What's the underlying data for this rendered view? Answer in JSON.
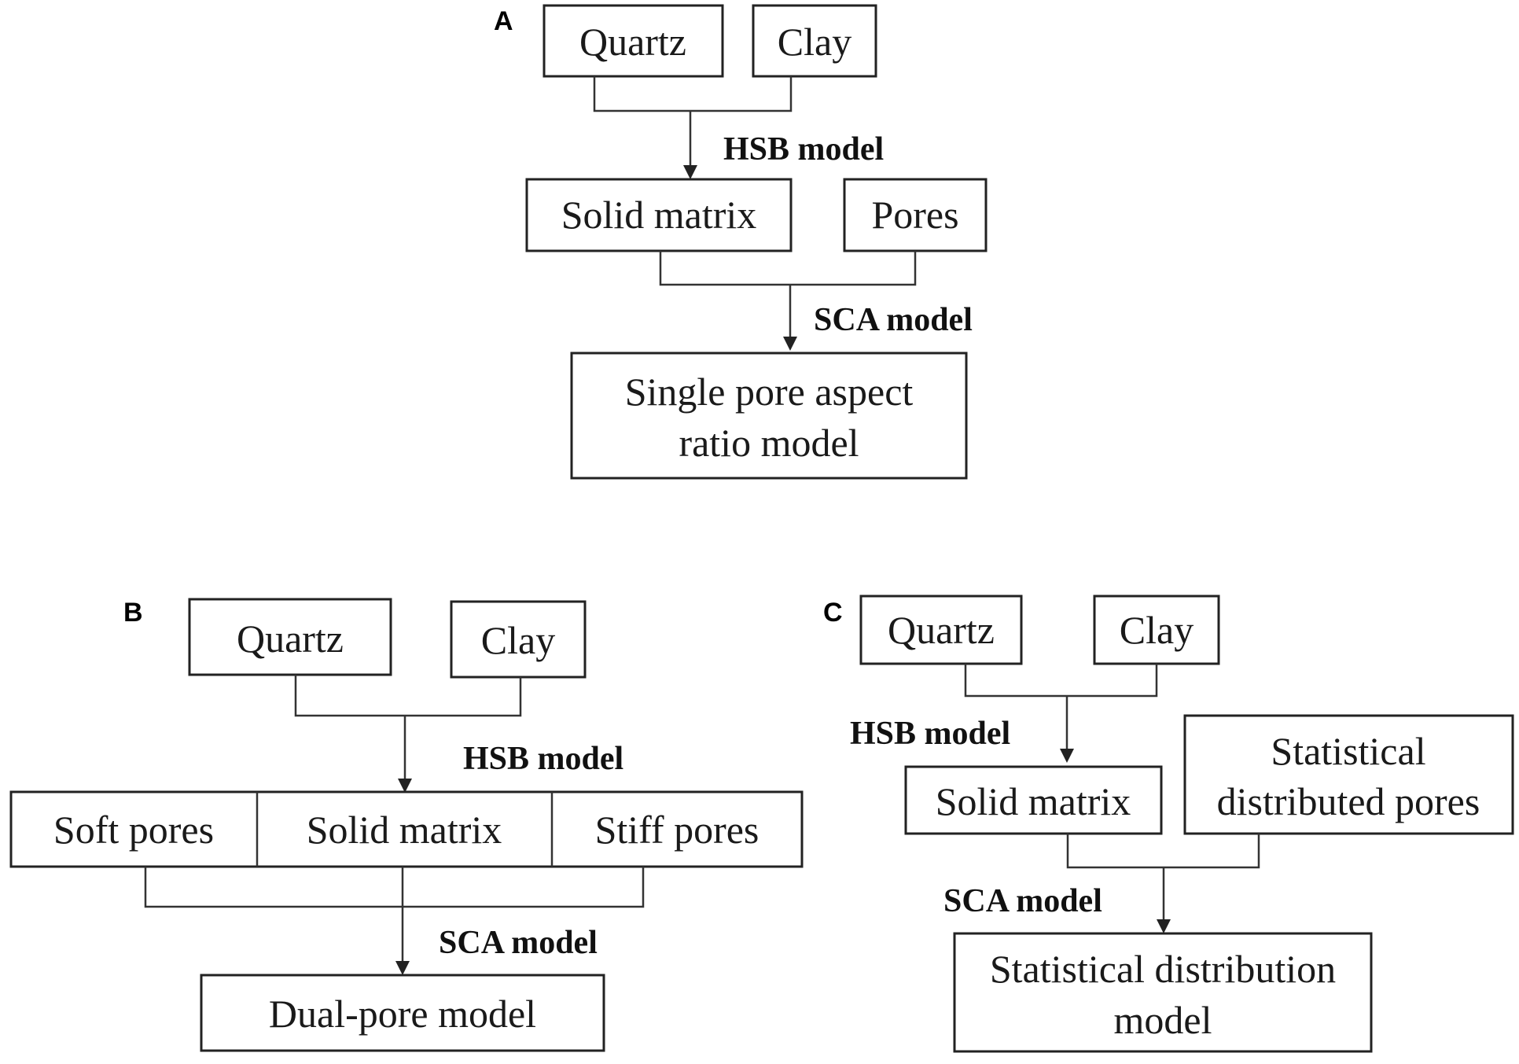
{
  "panels": {
    "a": {
      "letter": "A",
      "quartz": "Quartz",
      "clay": "Clay",
      "hsb": "HSB model",
      "solid_matrix": "Solid matrix",
      "pores": "Pores",
      "sca": "SCA model",
      "result_line1": "Single pore aspect",
      "result_line2": "ratio model"
    },
    "b": {
      "letter": "B",
      "quartz": "Quartz",
      "clay": "Clay",
      "hsb": "HSB model",
      "soft_pores": "Soft pores",
      "solid_matrix": "Solid matrix",
      "stiff_pores": "Stiff pores",
      "sca": "SCA model",
      "result": "Dual-pore model"
    },
    "c": {
      "letter": "C",
      "quartz": "Quartz",
      "clay": "Clay",
      "hsb": "HSB model",
      "solid_matrix": "Solid matrix",
      "pores_line1": "Statistical",
      "pores_line2": "distributed pores",
      "sca": "SCA model",
      "result_line1": "Statistical distribution",
      "result_line2": "model"
    }
  }
}
